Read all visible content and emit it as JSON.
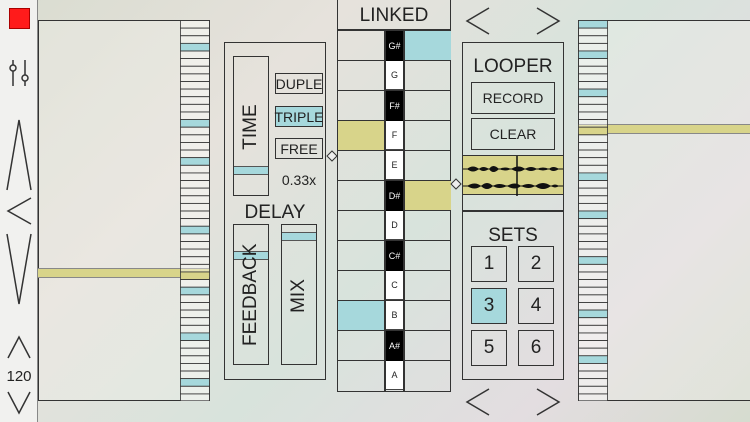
{
  "toolbar": {
    "tempo": "120",
    "icons": [
      "record-square",
      "mixer-sliders-icon",
      "up-large-icon",
      "back-chevron-icon",
      "down-large-icon",
      "tempo-up-icon",
      "tempo-down-icon"
    ]
  },
  "header": {
    "linked_label": "LINKED"
  },
  "rhythm": {
    "time_label": "TIME",
    "modes": [
      "DUPLE",
      "TRIPLE",
      "FREE"
    ],
    "selected_mode": "TRIPLE",
    "speed": "0.33x",
    "time_level": 0.2
  },
  "delay": {
    "title": "DELAY",
    "feedback_label": "FEEDBACK",
    "mix_label": "MIX",
    "feedback_level": 0.75,
    "mix_level": 0.9
  },
  "piano": {
    "keys": [
      {
        "note": "G#",
        "black": true
      },
      {
        "note": "G",
        "black": false
      },
      {
        "note": "F#",
        "black": true
      },
      {
        "note": "F",
        "black": false
      },
      {
        "note": "E",
        "black": false
      },
      {
        "note": "D#",
        "black": true
      },
      {
        "note": "D",
        "black": false
      },
      {
        "note": "C#",
        "black": true
      },
      {
        "note": "C",
        "black": false
      },
      {
        "note": "B",
        "black": false
      },
      {
        "note": "A#",
        "black": true
      },
      {
        "note": "A",
        "black": false
      }
    ]
  },
  "looper": {
    "title": "LOOPER",
    "record_label": "RECORD",
    "clear_label": "CLEAR"
  },
  "sets": {
    "title": "SETS",
    "items": [
      "1",
      "2",
      "3",
      "4",
      "5",
      "6"
    ],
    "selected": "3"
  },
  "colors": {
    "accent_teal": "#a6d8dc",
    "accent_yellow": "#d8d48a",
    "record_red": "#ff1b1b"
  }
}
